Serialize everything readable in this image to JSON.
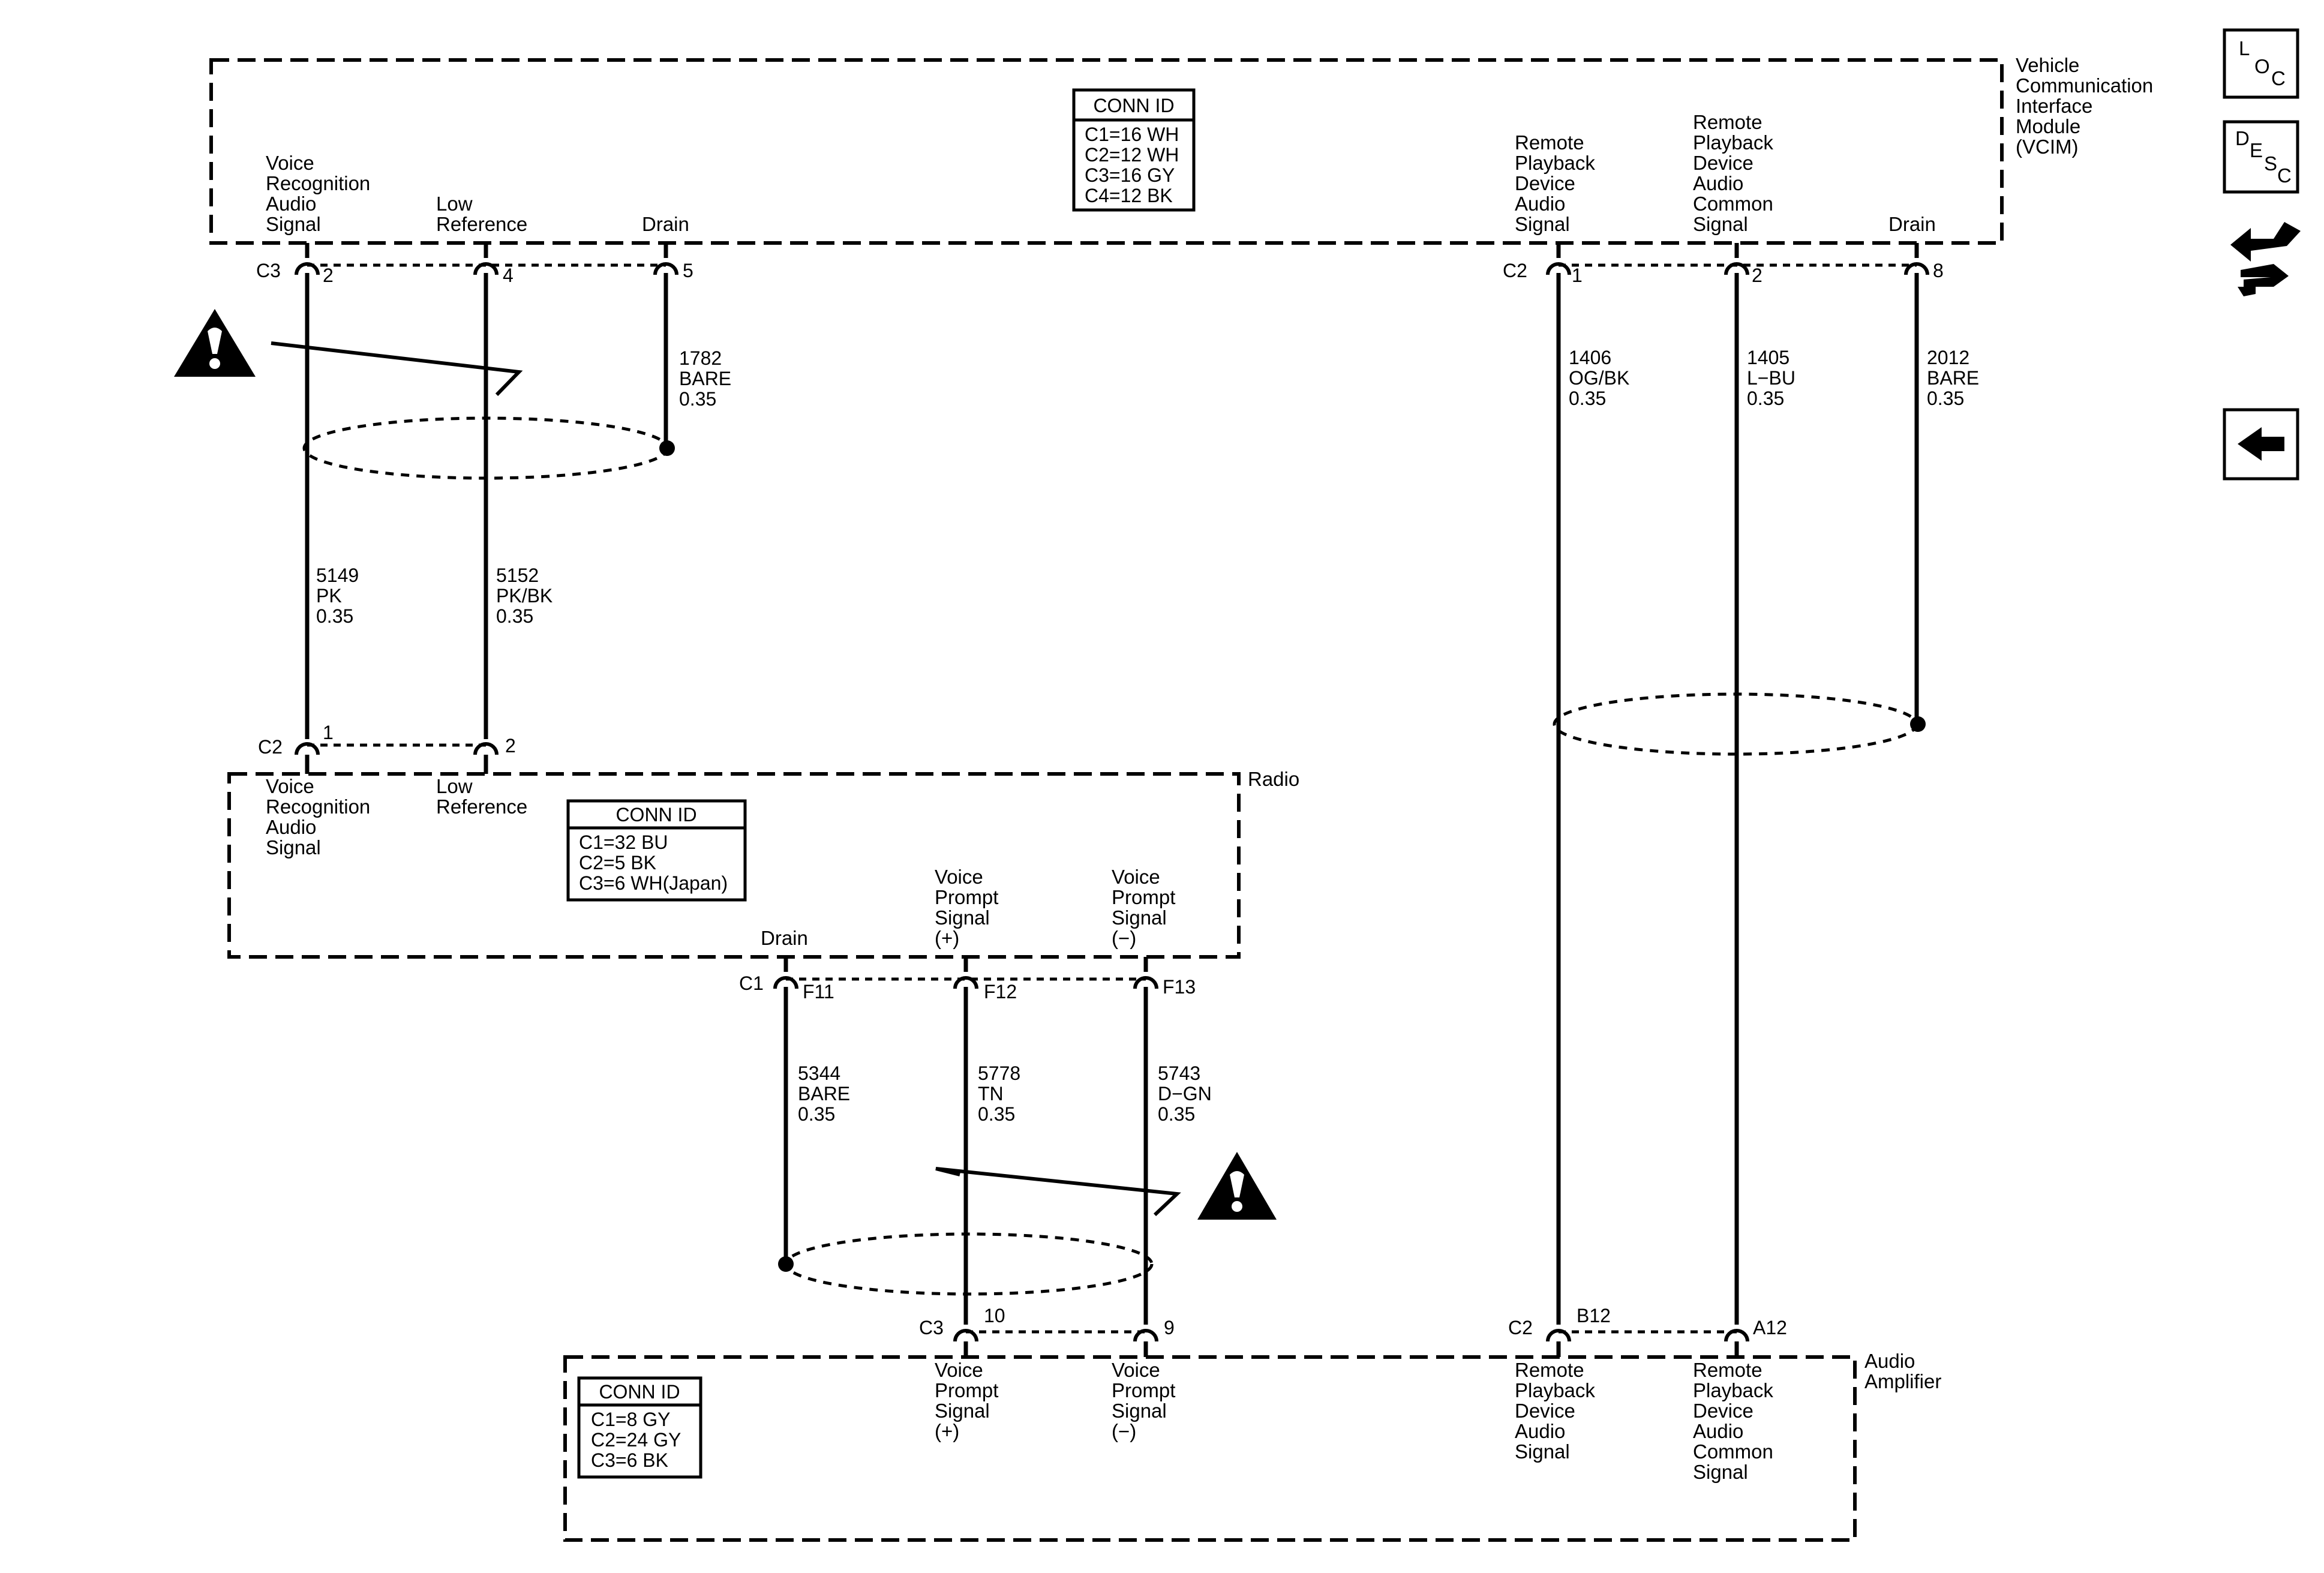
{
  "modules": {
    "vcim": {
      "title": [
        "Vehicle",
        "Communication",
        "Interface",
        "Module",
        "(VCIM)"
      ]
    },
    "radio": {
      "title": [
        "Radio"
      ]
    },
    "amp": {
      "title": [
        "Audio",
        "Amplifier"
      ]
    }
  },
  "conn_ids": {
    "vcim": {
      "header": "CONN ID",
      "rows": [
        "C1=16 WH",
        "C2=12 WH",
        "C3=16 GY",
        "C4=12 BK"
      ]
    },
    "radio": {
      "header": "CONN ID",
      "rows": [
        "C1=32 BU",
        "C2=5 BK",
        "C3=6 WH(Japan)"
      ]
    },
    "amp": {
      "header": "CONN ID",
      "rows": [
        "C1=8 GY",
        "C2=24 GY",
        "C3=6 BK"
      ]
    }
  },
  "circuit_labels": {
    "vcim_voice_rec": [
      "Voice",
      "Recognition",
      "Audio",
      "Signal"
    ],
    "vcim_low_ref": [
      "Low",
      "Reference"
    ],
    "vcim_drain_c3": [
      "Drain"
    ],
    "vcim_rpd_audio": [
      "Remote",
      "Playback",
      "Device",
      "Audio",
      "Signal"
    ],
    "vcim_rpd_common": [
      "Remote",
      "Playback",
      "Device",
      "Audio",
      "Common",
      "Signal"
    ],
    "vcim_drain_c2": [
      "Drain"
    ],
    "radio_voice_rec": [
      "Voice",
      "Recognition",
      "Audio",
      "Signal"
    ],
    "radio_low_ref": [
      "Low",
      "Reference"
    ],
    "radio_drain": [
      "Drain"
    ],
    "radio_vp_pos": [
      "Voice",
      "Prompt",
      "Signal",
      "(+)"
    ],
    "radio_vp_neg": [
      "Voice",
      "Prompt",
      "Signal",
      "(−)"
    ],
    "amp_vp_pos": [
      "Voice",
      "Prompt",
      "Signal",
      "(+)"
    ],
    "amp_vp_neg": [
      "Voice",
      "Prompt",
      "Signal",
      "(−)"
    ],
    "amp_rpd_audio": [
      "Remote",
      "Playback",
      "Device",
      "Audio",
      "Signal"
    ],
    "amp_rpd_common": [
      "Remote",
      "Playback",
      "Device",
      "Audio",
      "Common",
      "Signal"
    ]
  },
  "connector_labels": {
    "vcim_c3": "C3",
    "vcim_c2": "C2",
    "radio_c2": "C2",
    "radio_c1": "C1",
    "amp_c3": "C3",
    "amp_c2": "C2"
  },
  "pins": {
    "vcim_c3_2": "2",
    "vcim_c3_4": "4",
    "vcim_c3_5": "5",
    "vcim_c2_1": "1",
    "vcim_c2_2": "2",
    "vcim_c2_8": "8",
    "radio_c2_1": "1",
    "radio_c2_2": "2",
    "radio_c1_f11": "F11",
    "radio_c1_f12": "F12",
    "radio_c1_f13": "F13",
    "amp_c3_10": "10",
    "amp_c3_9": "9",
    "amp_c2_b12": "B12",
    "amp_c2_a12": "A12"
  },
  "wires": {
    "w1782": [
      "1782",
      "BARE",
      "0.35"
    ],
    "w5149": [
      "5149",
      "PK",
      "0.35"
    ],
    "w5152": [
      "5152",
      "PK/BK",
      "0.35"
    ],
    "w1406": [
      "1406",
      "OG/BK",
      "0.35"
    ],
    "w1405": [
      "1405",
      "L−BU",
      "0.35"
    ],
    "w2012": [
      "2012",
      "BARE",
      "0.35"
    ],
    "w5344": [
      "5344",
      "BARE",
      "0.35"
    ],
    "w5778": [
      "5778",
      "TN",
      "0.35"
    ],
    "w5743": [
      "5743",
      "D−GN",
      "0.35"
    ]
  },
  "nav_buttons": {
    "loc": [
      "L",
      "O",
      "C"
    ],
    "desc": [
      "D",
      "E",
      "S",
      "C"
    ]
  },
  "icons": {
    "warning": "warning-icon",
    "connector_end_view": "connector-end-view-icon",
    "back": "back-arrow-icon"
  },
  "colors": {
    "line": "#000000",
    "background": "#ffffff"
  }
}
